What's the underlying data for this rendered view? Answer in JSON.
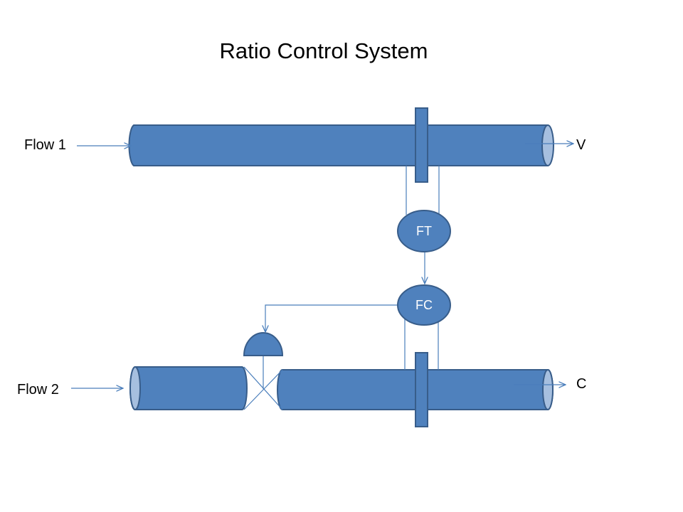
{
  "title": "Ratio Control System",
  "labels": {
    "flow1": "Flow 1",
    "flow2": "Flow 2",
    "out1": "V",
    "out2": "C"
  },
  "nodes": {
    "transmitter": "FT",
    "controller": "FC"
  },
  "colors": {
    "pipe_fill": "#4f81bd",
    "pipe_stroke": "#385d8a",
    "pipe_end": "#a6bfdf",
    "signal_line": "#4a7ebb"
  }
}
